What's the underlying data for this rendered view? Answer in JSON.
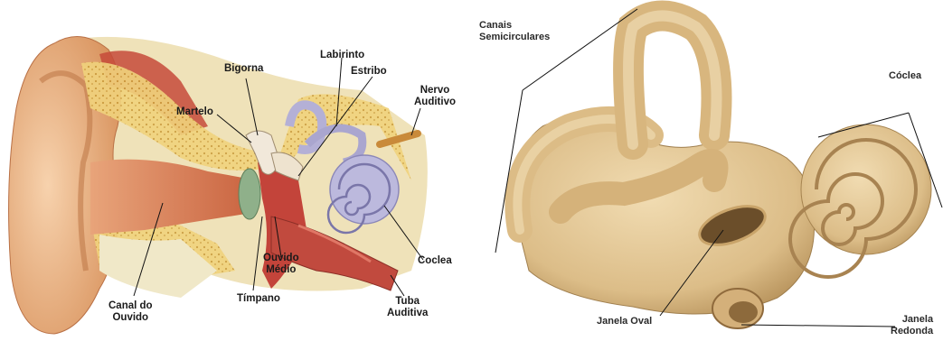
{
  "left_panel": {
    "labels": {
      "bigorna": "Bigorna",
      "labirinto": "Labirinto",
      "estribo": "Estribo",
      "nervo_auditivo": "Nervo\nAuditivo",
      "martelo": "Martelo",
      "ouvido_medio": "Ouvido\nMédio",
      "coclea": "Coclea",
      "canal_do_ouvido": "Canal do\nOuvido",
      "timpano": "Tímpano",
      "tuba_auditiva": "Tuba\nAuditiva"
    }
  },
  "right_panel": {
    "labels": {
      "canais_semicirculares": "Canais\nSemicirculares",
      "coclea": "Cóclea",
      "janela_oval": "Janela Oval",
      "janela_redonda": "Janela\nRedonda"
    }
  },
  "colors": {
    "skin": "#f0b888",
    "bone": "#eacb8a",
    "labyrinth": "#b9b6d8",
    "inner_ear_bone": "#e3c896"
  }
}
